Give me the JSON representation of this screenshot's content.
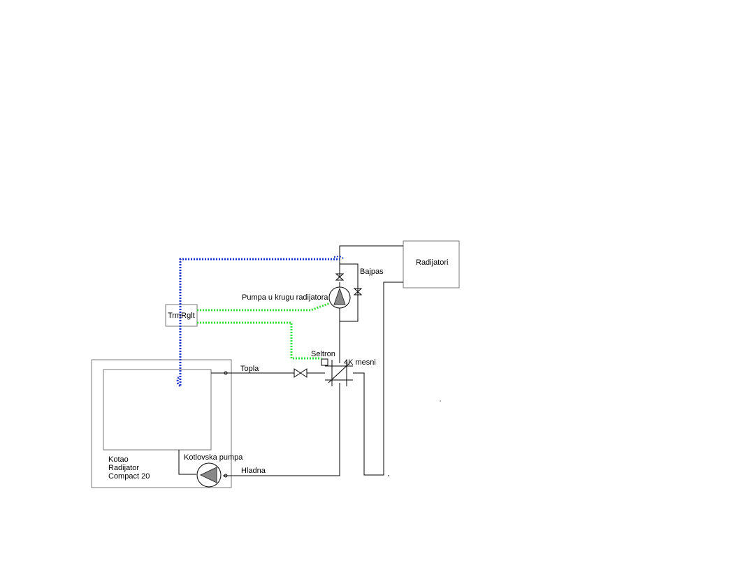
{
  "labels": {
    "radiators": "Radijatori",
    "bypass": "Bajpas",
    "radiator_pump": "Pumpa u krugu radijatora",
    "controller": "TrmRglt",
    "sensor": "Seltron",
    "mixing_valve": "4K mesni",
    "hot_line": "Topla",
    "cold_line": "Hladna",
    "boiler_pump": "Kotlovska pumpa",
    "boiler_line1": "Kotao",
    "boiler_line2": "Radijator",
    "boiler_line3": "Compact 20"
  },
  "colors": {
    "line": "#000000",
    "sensor_wire": "#2233cc",
    "control_wire": "#33dd33",
    "pump_fill": "#888888"
  }
}
